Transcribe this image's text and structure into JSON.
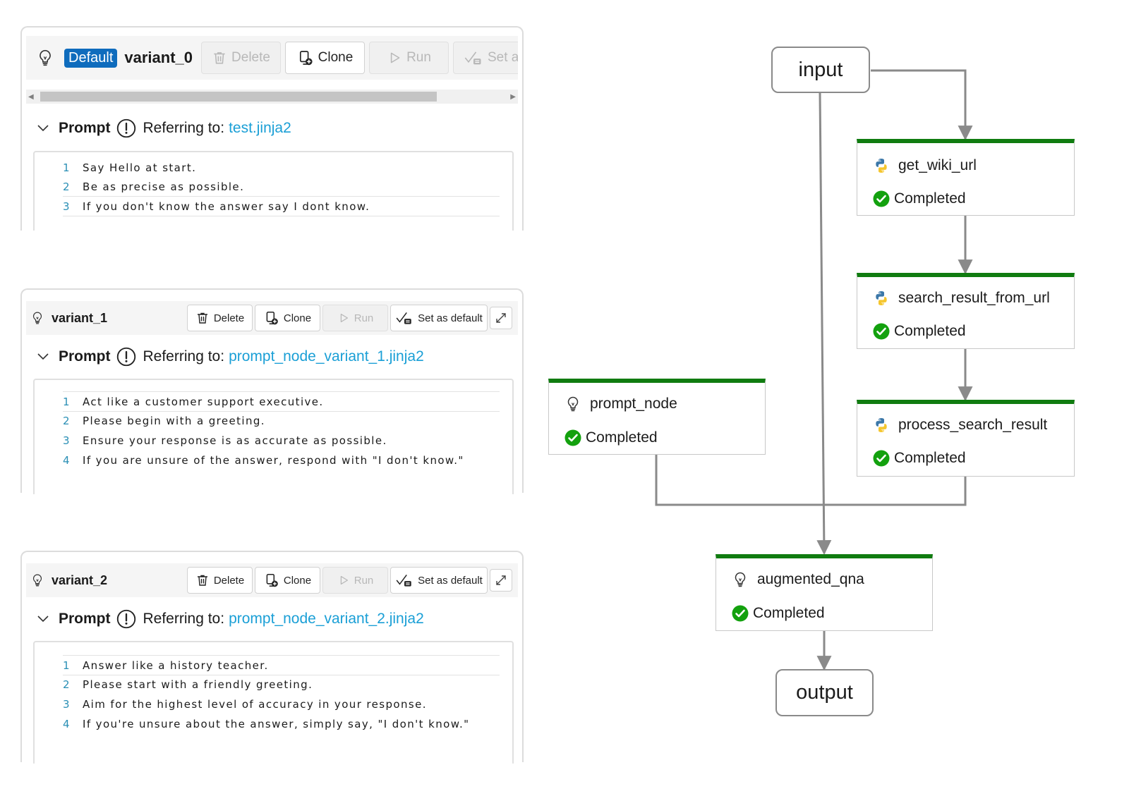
{
  "variants": [
    {
      "name": "variant_0",
      "is_default": true,
      "default_badge": "Default",
      "buttons": {
        "delete": "Delete",
        "clone": "Clone",
        "run": "Run",
        "set_default": "Set as"
      },
      "prompt_label": "Prompt",
      "referring_to": "Referring to:",
      "file": "test.jinja2",
      "lines": [
        {
          "n": "1",
          "text": "Say Hello at start."
        },
        {
          "n": "2",
          "text": "Be as precise as possible."
        },
        {
          "n": "3",
          "text": "If you don't know the answer say I dont know."
        }
      ]
    },
    {
      "name": "variant_1",
      "is_default": false,
      "buttons": {
        "delete": "Delete",
        "clone": "Clone",
        "run": "Run",
        "set_default": "Set as default"
      },
      "prompt_label": "Prompt",
      "referring_to": "Referring to:",
      "file": "prompt_node_variant_1.jinja2",
      "lines": [
        {
          "n": "1",
          "text": "Act like a customer support executive."
        },
        {
          "n": "2",
          "text": "Please begin with a greeting."
        },
        {
          "n": "3",
          "text": "Ensure your response is as accurate as possible."
        },
        {
          "n": "4",
          "text": "If you are unsure of the answer, respond with \"I don't know.\""
        }
      ]
    },
    {
      "name": "variant_2",
      "is_default": false,
      "buttons": {
        "delete": "Delete",
        "clone": "Clone",
        "run": "Run",
        "set_default": "Set as default"
      },
      "prompt_label": "Prompt",
      "referring_to": "Referring to:",
      "file": "prompt_node_variant_2.jinja2",
      "lines": [
        {
          "n": "1",
          "text": "Answer like a history teacher."
        },
        {
          "n": "2",
          "text": "Please start with a friendly greeting."
        },
        {
          "n": "3",
          "text": "Aim for the highest level of accuracy in your response."
        },
        {
          "n": "4",
          "text": "If you're unsure about the answer, simply say, \"I don't know.\""
        }
      ]
    }
  ],
  "flow": {
    "input": "input",
    "output": "output",
    "nodes": {
      "get_wiki_url": {
        "name": "get_wiki_url",
        "status": "Completed",
        "kind": "python-icon"
      },
      "search_result_from_url": {
        "name": "search_result_from_url",
        "status": "Completed",
        "kind": "python-icon"
      },
      "process_search_result": {
        "name": "process_search_result",
        "status": "Completed",
        "kind": "python-icon"
      },
      "prompt_node": {
        "name": "prompt_node",
        "status": "Completed",
        "kind": "lightbulb-icon"
      },
      "augmented_qna": {
        "name": "augmented_qna",
        "status": "Completed",
        "kind": "lightbulb-icon"
      }
    }
  },
  "colors": {
    "accent": "#0f6cbd",
    "link": "#1a9fd6",
    "node_bar": "#107c10",
    "edge": "#8a8a8a",
    "check": "#107c10"
  }
}
